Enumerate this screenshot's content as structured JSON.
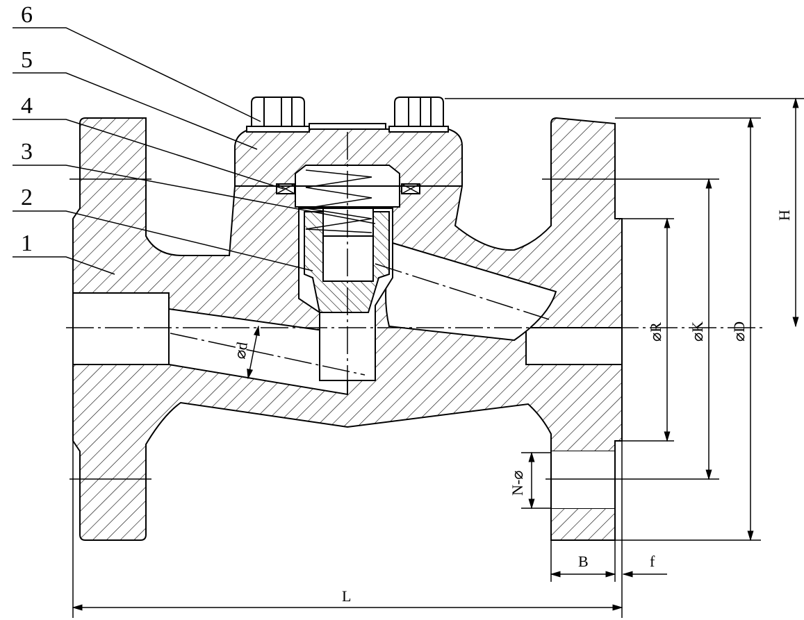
{
  "title": "Check valve sectional drawing",
  "part_numbers": [
    "6",
    "5",
    "4",
    "3",
    "2",
    "1"
  ],
  "dimensions": {
    "d": "⌀d",
    "R": "⌀R",
    "K": "⌀K",
    "D": "⌀D",
    "H": "H",
    "N": "N-⌀",
    "B": "B",
    "f": "f",
    "L": "L"
  },
  "colors": {
    "line": "#000000",
    "background": "#ffffff"
  }
}
